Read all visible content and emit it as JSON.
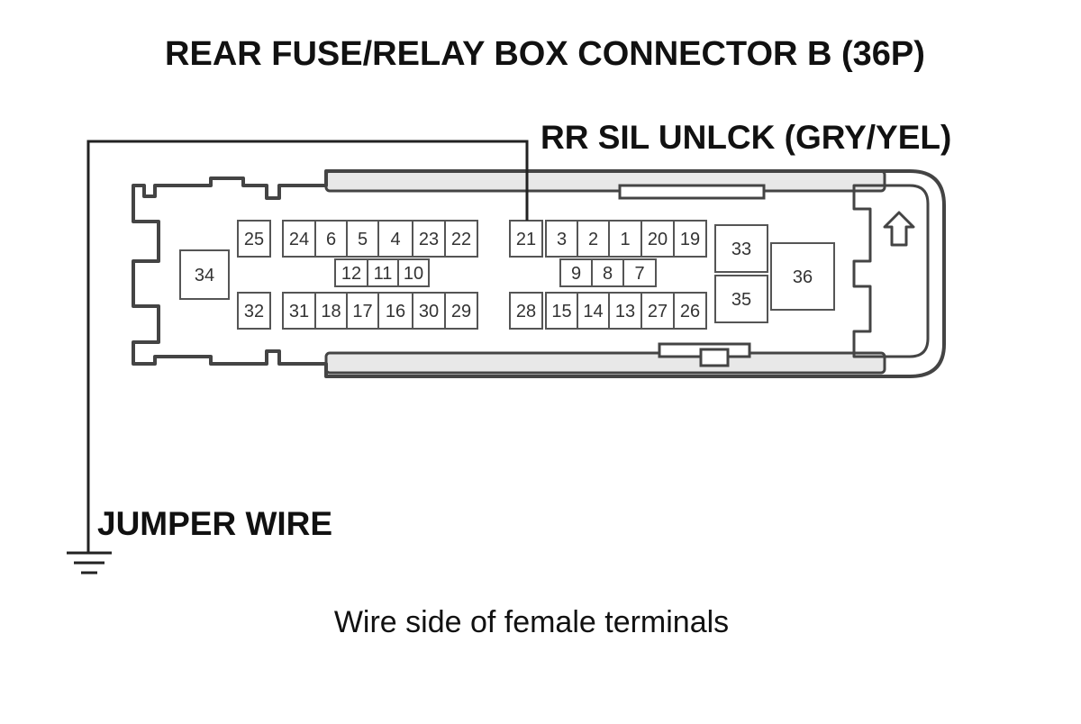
{
  "title": "REAR FUSE/RELAY BOX CONNECTOR B (36P)",
  "wire_label": "RR SIL UNLCK (GRY/YEL)",
  "jumper_label": "JUMPER WIRE",
  "caption": "Wire side of female terminals",
  "connector": {
    "pins_top_left": [
      "25",
      "24",
      "6",
      "5",
      "4",
      "23",
      "22"
    ],
    "pins_mid_left": [
      "12",
      "11",
      "10"
    ],
    "pins_bottom_left": [
      "32",
      "31",
      "18",
      "17",
      "16",
      "30",
      "29"
    ],
    "pins_top_right": [
      "21",
      "3",
      "2",
      "1",
      "20",
      "19"
    ],
    "pins_mid_right": [
      "9",
      "8",
      "7"
    ],
    "pins_bottom_right": [
      "28",
      "15",
      "14",
      "13",
      "27",
      "26"
    ],
    "pin_side_left": "34",
    "pins_relay": [
      "33",
      "35"
    ],
    "pin_large": "36"
  },
  "connected_pin": "21",
  "icons": {
    "orientation_arrow": "up-arrow-icon",
    "ground": "ground-symbol-icon"
  }
}
